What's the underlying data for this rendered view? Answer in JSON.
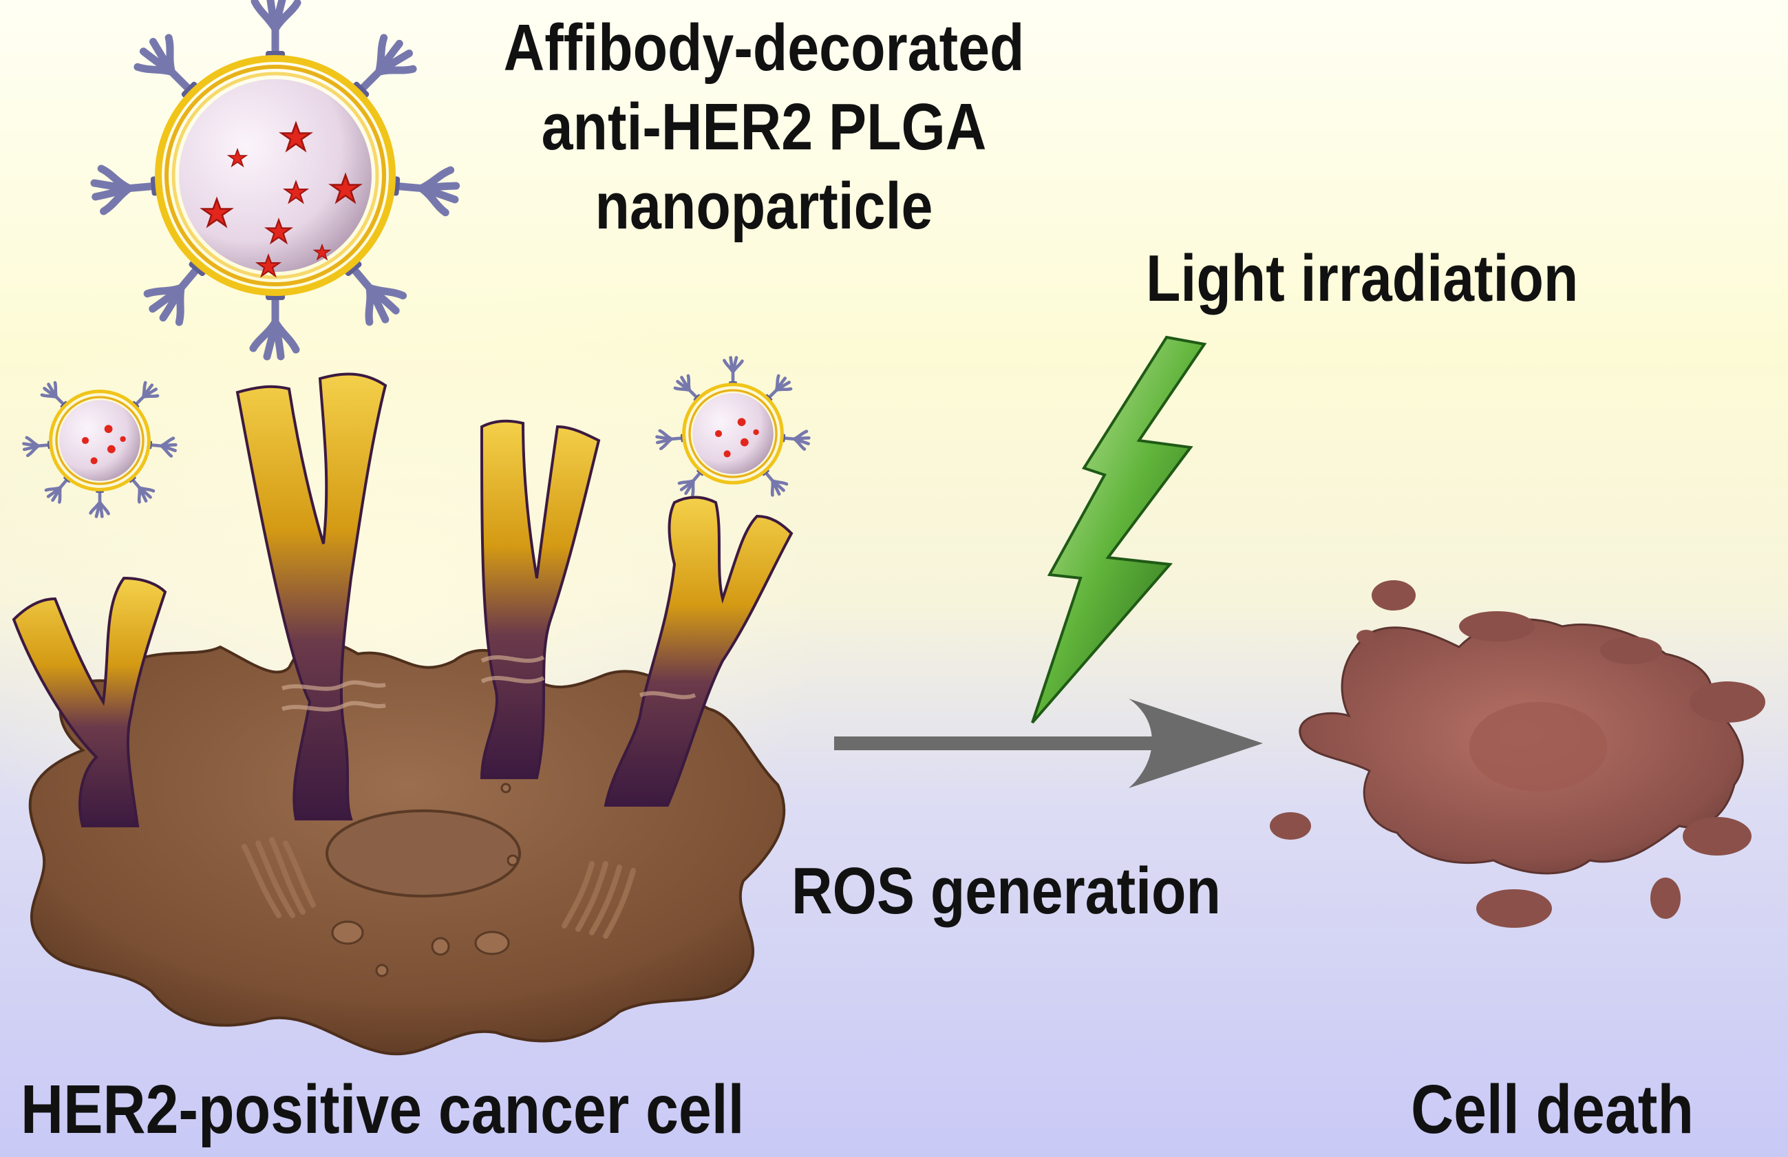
{
  "labels": {
    "nanoparticle_title": [
      "Affibody-decorated",
      "anti-HER2 PLGA",
      "nanoparticle"
    ],
    "light_irradiation": "Light irradiation",
    "ros_generation": "ROS generation",
    "her2_cell": "HER2-positive cancer cell",
    "cell_death": "Cell death"
  },
  "colors": {
    "cell_body": "#7a4f33",
    "receptor_top": "#e8b21a",
    "receptor_base": "#3c1a40",
    "nanoparticle_core": "#e7d6e6",
    "nanoparticle_shell": "#f0c419",
    "affibody": "#7678ad",
    "drug_star": "#e2261c",
    "lightning": "#5fb33a",
    "arrow": "#6b6b6b",
    "dead_cell": "#8a5049"
  }
}
